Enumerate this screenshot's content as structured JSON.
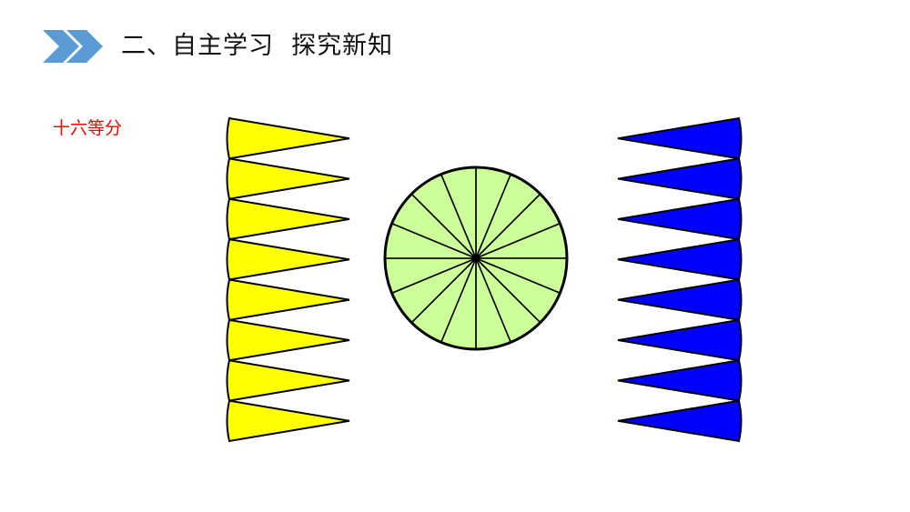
{
  "header": {
    "title": "二、自主学习  探究新知",
    "icon": "double-chevron-right-icon",
    "icon_color": "#5b9bd5"
  },
  "label": {
    "text": "十六等分",
    "color": "#ff0000"
  },
  "diagram": {
    "divisions": 16,
    "circle_fill": "#ccff99",
    "left_pieces_fill": "#ffff00",
    "right_pieces_fill": "#0000ff",
    "outline_color": "#000000"
  }
}
